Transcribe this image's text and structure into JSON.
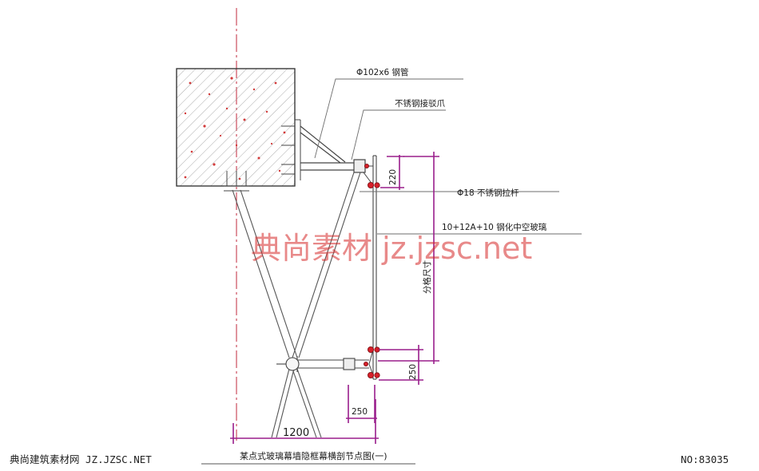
{
  "labels": {
    "pipe": "Φ102x6 钢管",
    "claw": "不锈钢接驳爪",
    "rod": "Φ18 不锈钢拉杆",
    "glass": "10+12A+10 钢化中空玻璃",
    "grid": "分格尺寸"
  },
  "dimensions": {
    "d220": "220",
    "d250v": "250",
    "d250h": "250",
    "d1200": "1200"
  },
  "title": "某点式玻璃幕墙隐框幕横剖节点图(一)",
  "footer": {
    "site": "典尚建筑素材网 JZ.JZSC.NET",
    "number": "NO:83035"
  },
  "watermark": "典尚素材  jz.jzsc.net",
  "colors": {
    "dimension": "#9a1e8c",
    "axis": "#c0283c",
    "node": "#d6202a",
    "watermark": "#d62828"
  }
}
